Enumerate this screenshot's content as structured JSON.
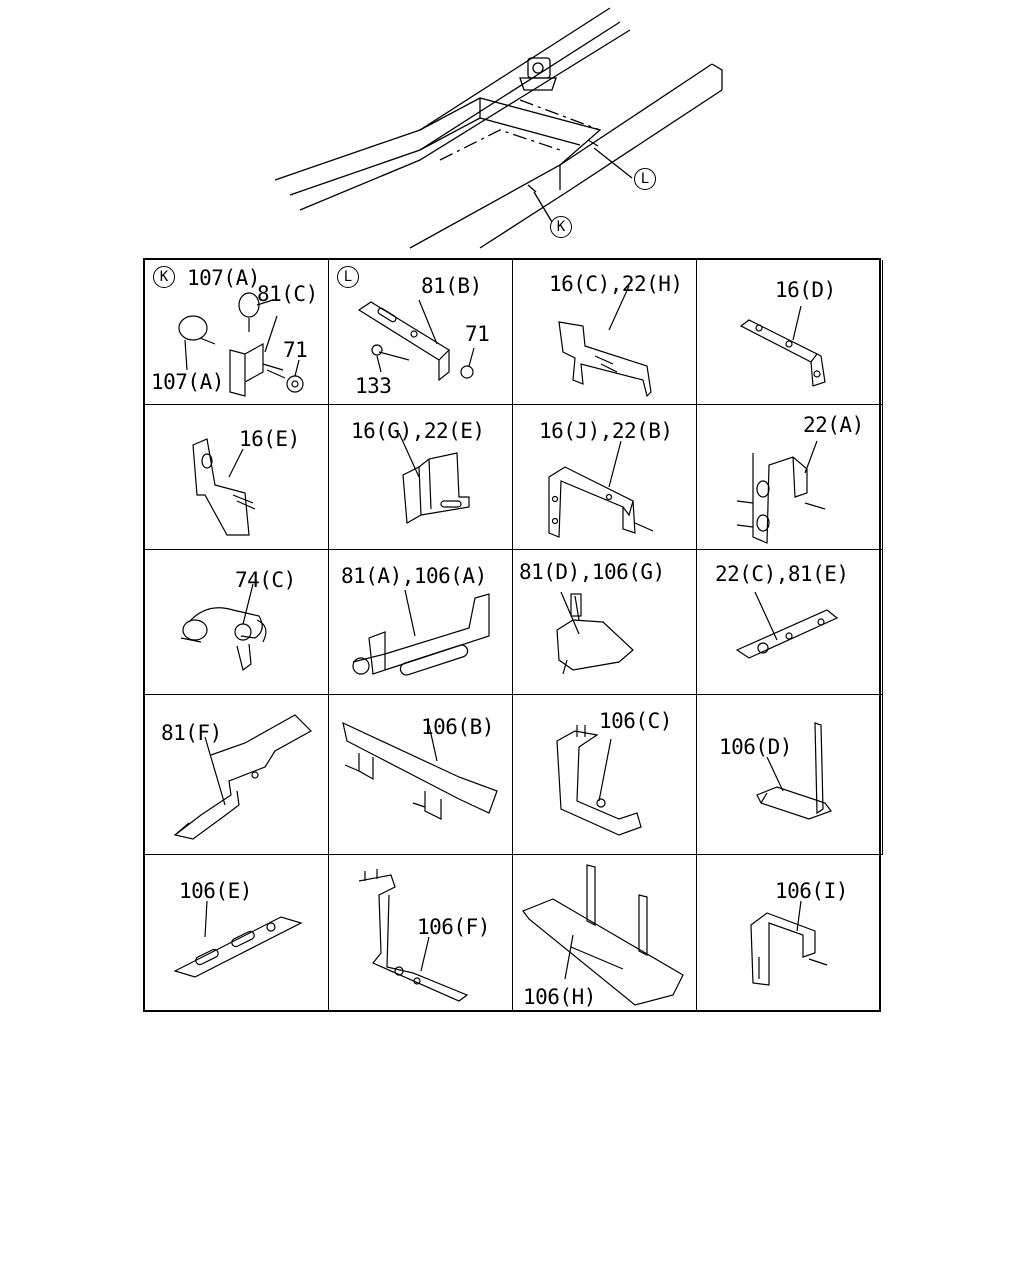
{
  "overview": {
    "markers": [
      {
        "id": "L",
        "text": "L"
      },
      {
        "id": "K",
        "text": "K"
      }
    ]
  },
  "cells": [
    {
      "id": "r1c1",
      "marker": "K",
      "labels": [
        "107(A)",
        "81(C)",
        "71",
        "107(A)"
      ]
    },
    {
      "id": "r1c2",
      "marker": "L",
      "labels": [
        "81(B)",
        "71",
        "133"
      ]
    },
    {
      "id": "r1c3",
      "labels": [
        "16(C),22(H)"
      ]
    },
    {
      "id": "r1c4",
      "labels": [
        "16(D)"
      ]
    },
    {
      "id": "r2c1",
      "labels": [
        "16(E)"
      ]
    },
    {
      "id": "r2c2",
      "labels": [
        "16(G),22(E)"
      ]
    },
    {
      "id": "r2c3",
      "labels": [
        "16(J),22(B)"
      ]
    },
    {
      "id": "r2c4",
      "labels": [
        "22(A)"
      ]
    },
    {
      "id": "r3c1",
      "labels": [
        "74(C)"
      ]
    },
    {
      "id": "r3c2",
      "labels": [
        "81(A),106(A)"
      ]
    },
    {
      "id": "r3c3",
      "labels": [
        "81(D),106(G)"
      ]
    },
    {
      "id": "r3c4",
      "labels": [
        "22(C),81(E)"
      ]
    },
    {
      "id": "r4c1",
      "labels": [
        "81(F)"
      ]
    },
    {
      "id": "r4c2",
      "labels": [
        "106(B)"
      ]
    },
    {
      "id": "r4c3",
      "labels": [
        "106(C)"
      ]
    },
    {
      "id": "r4c4",
      "labels": [
        "106(D)"
      ]
    },
    {
      "id": "r5c1",
      "labels": [
        "106(E)"
      ]
    },
    {
      "id": "r5c2",
      "labels": [
        "106(F)"
      ]
    },
    {
      "id": "r5c3",
      "labels": [
        "106(H)"
      ]
    },
    {
      "id": "r5c4",
      "labels": [
        "106(I)"
      ]
    }
  ]
}
